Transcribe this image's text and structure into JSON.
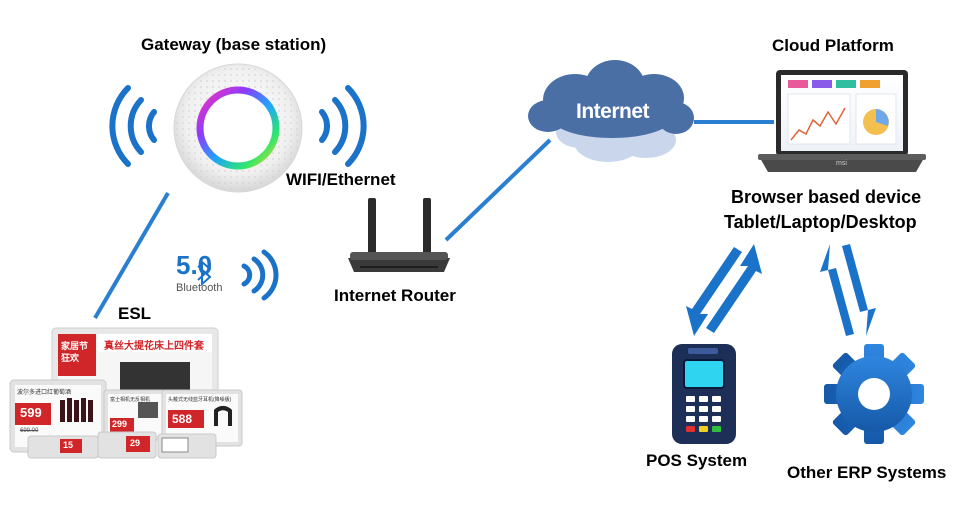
{
  "nodes": {
    "gateway": "Gateway (base station)",
    "wifi": "WIFI/Ethernet",
    "router": "Internet Router",
    "internet": "Internet",
    "cloud": "Cloud Platform",
    "browser_line1": "Browser based device",
    "browser_line2": "Tablet/Laptop/Desktop",
    "esl": "ESL",
    "pos": "POS System",
    "erp": "Other ERP Systems"
  },
  "bluetooth": {
    "version": "5.0",
    "word": "Bluetooth"
  },
  "laptop_brand": "msi",
  "esl_tags": {
    "big_banner": "家居节 狂欢",
    "big_title": "真丝大提花床上四件套",
    "tag_left_title": "波尔多进口红葡萄酒",
    "tag_left_price": "599",
    "tag_left_old": "699.00",
    "tag_mid_title": "富士相机无反相机",
    "tag_mid_price": "299",
    "tag_right_title": "头戴式无线蓝牙耳机(降噪版)",
    "tag_right_price": "588",
    "small_price_1": "15",
    "small_price_2": "29"
  },
  "colors": {
    "accent_blue": "#1a73c8",
    "link_line": "#2a7fd0",
    "cloud_dark": "#4a6fa5",
    "cloud_light": "#c9d6ec",
    "esl_red": "#d0262a"
  }
}
